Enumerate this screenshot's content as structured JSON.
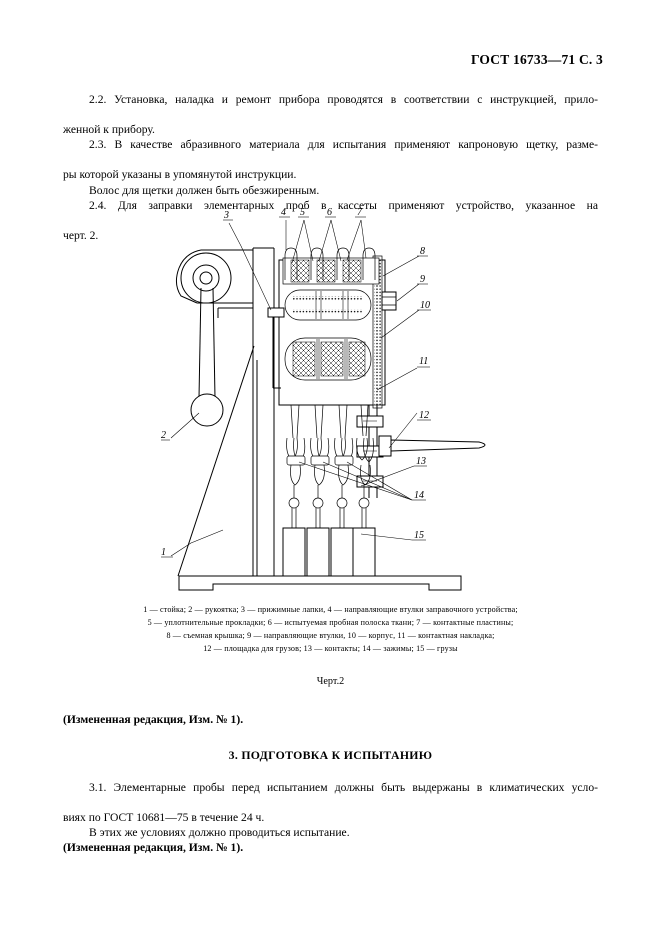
{
  "header": {
    "standard_line": "ГОСТ 16733—71 С. 3"
  },
  "body_top": {
    "p1": "2.2.  Установка, наладка и ремонт прибора проводятся в соответствии с инструкцией, прило-",
    "p1b": "женной к прибору.",
    "p2": "2.3.  В качестве абразивного материала для испытания применяют капроновую щетку, разме-",
    "p2b": "ры которой указаны в упомянутой инструкции.",
    "p3": "Волос для щетки должен быть обезжиренным.",
    "p4": "2.4.  Для заправки элементарных проб в кассеты применяют устройство, указанное на",
    "p4b": "черт. 2."
  },
  "figure": {
    "caption_lines": [
      "1 — стойка; 2 — рукоятка; 3 — прижимные лапки, 4 — направляющие втулки заправочного устройства;",
      "5 — уплотнительные прокладки;  6 — испытуемая пробная полоска  ткани;  7 — контактные пластины;",
      "8 — съемная крышка; 9 — направляющие втулки,  10 — корпус,  11 — контактная накладка;",
      "12 — площадка для грузов;  13 — контакты;  14 — зажимы; 15 — грузы"
    ],
    "figure_number": "Черт.2",
    "callouts": [
      {
        "id": "1",
        "meaning": "стойка"
      },
      {
        "id": "2",
        "meaning": "рукоятка"
      },
      {
        "id": "3",
        "meaning": "прижимные лапки"
      },
      {
        "id": "4",
        "meaning": "направляющие втулки заправочного устройства"
      },
      {
        "id": "5",
        "meaning": "уплотнительные прокладки"
      },
      {
        "id": "6",
        "meaning": "испытуемая пробная полоска ткани"
      },
      {
        "id": "7",
        "meaning": "контактные пластины"
      },
      {
        "id": "8",
        "meaning": "съемная крышка"
      },
      {
        "id": "9",
        "meaning": "направляющие втулки"
      },
      {
        "id": "10",
        "meaning": "корпус"
      },
      {
        "id": "11",
        "meaning": "контактная накладка"
      },
      {
        "id": "12",
        "meaning": "площадка для грузов"
      },
      {
        "id": "13",
        "meaning": "контакты"
      },
      {
        "id": "14",
        "meaning": "зажимы"
      },
      {
        "id": "15",
        "meaning": "грузы"
      }
    ]
  },
  "note1": {
    "text": "(Измененная редакция, Изм. № 1)."
  },
  "section3": {
    "heading": "3.  ПОДГОТОВКА К ИСПЫТАНИЮ"
  },
  "body_bottom": {
    "p1": "3.1.  Элементарные пробы перед испытанием должны быть выдержаны в климатических усло-",
    "p1b": "виях по ГОСТ 10681—75 в течение 24 ч.",
    "p2": "В этих же условиях должно проводиться испытание.",
    "p3": "(Измененная редакция, Изм. № 1)."
  },
  "colors": {
    "ink": "#000000",
    "paper": "#ffffff"
  }
}
